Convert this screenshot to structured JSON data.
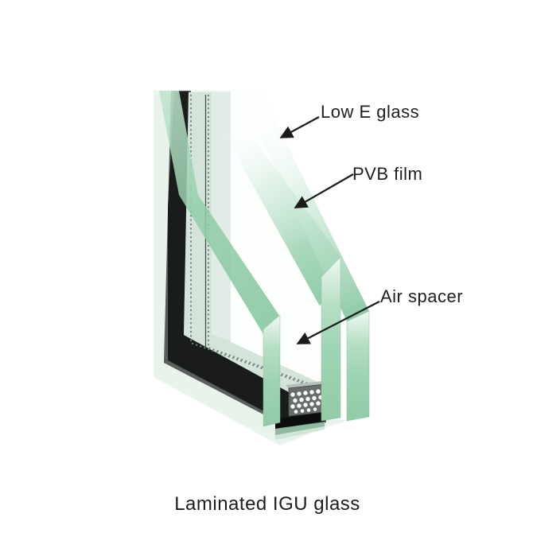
{
  "figure": {
    "caption": "Laminated IGU glass",
    "annotations": {
      "low_e": {
        "label": "Low E glass"
      },
      "pvb": {
        "label": "PVB film"
      },
      "air_spacer": {
        "label": "Air spacer"
      }
    },
    "colors": {
      "background": "#ffffff",
      "glass_green": "#9cd2b0",
      "glass_green_light": "#cdead9",
      "glass_pale": "#e8f3ec",
      "frame_gray": "#59605c",
      "frame_black": "#191c1b",
      "channel_gray_green": "#d5e4db",
      "perforation_dots": "#73827a",
      "spacer_gray": "#686d6b",
      "spacer_top_gray": "#b4bfb9",
      "desiccant_dot_white": "#ffffff",
      "sealant_black": "#0c0e0d",
      "arrow_black": "#1b1b1b",
      "text": "#1e1e1e"
    }
  }
}
